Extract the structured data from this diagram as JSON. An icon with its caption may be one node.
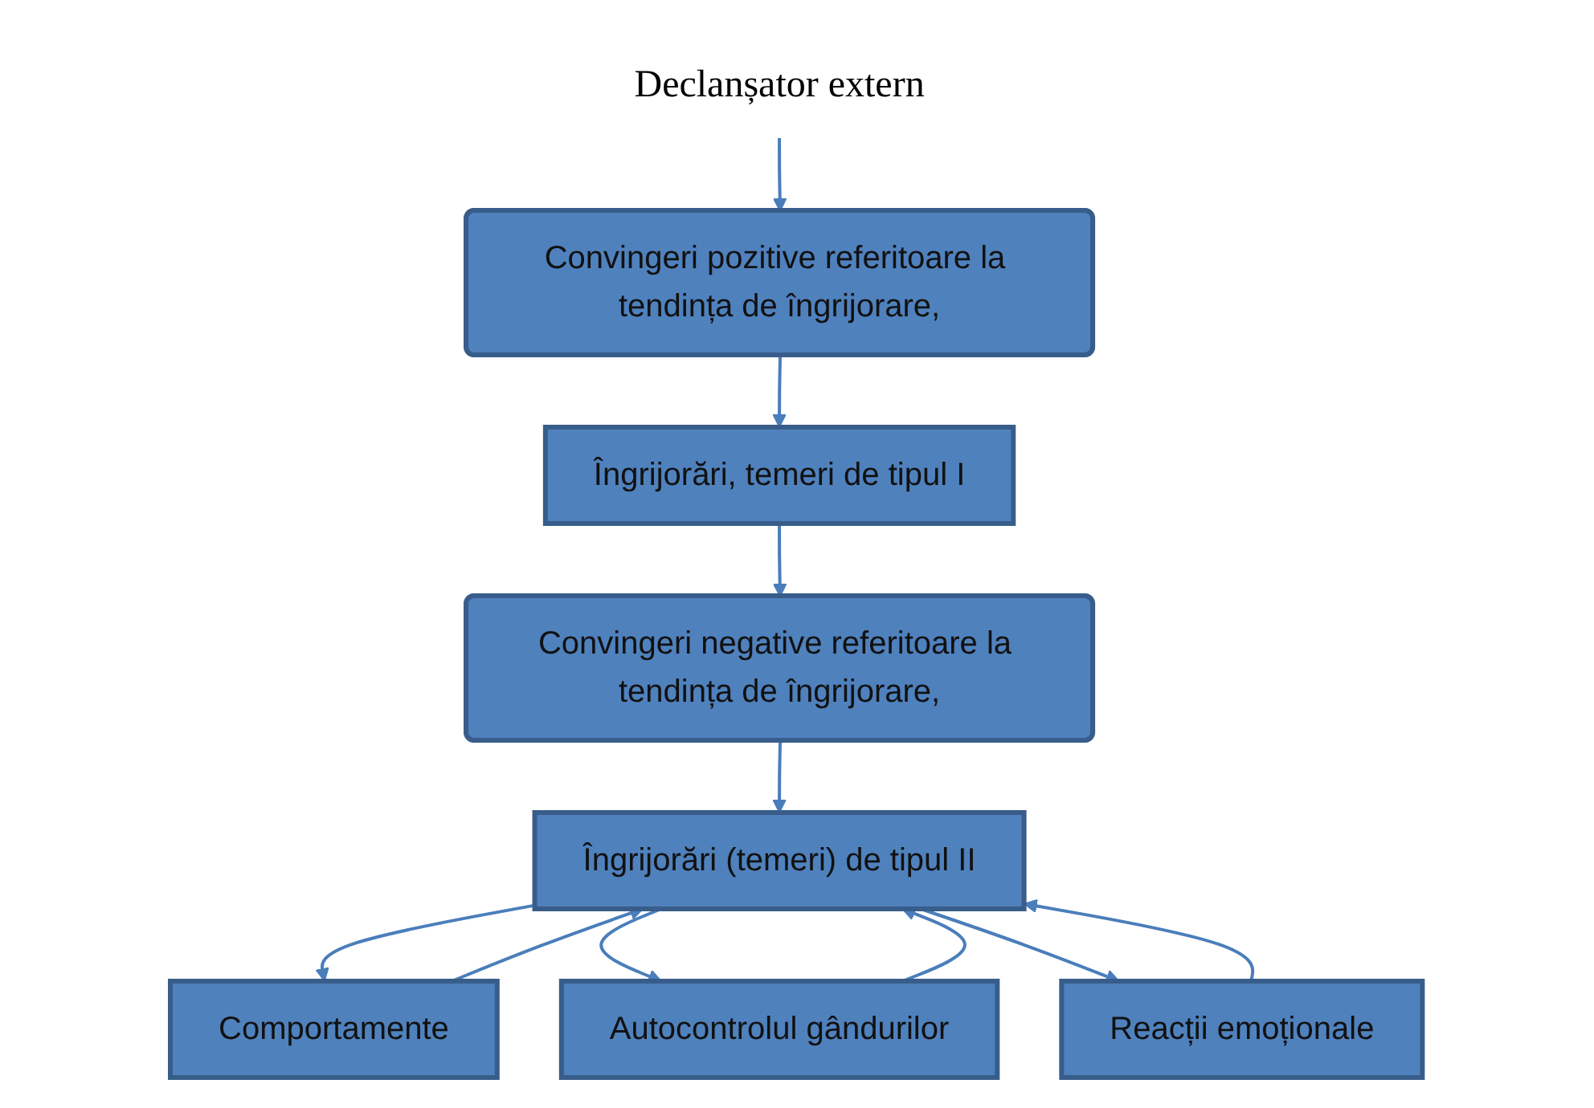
{
  "diagram": {
    "nodes": [
      {
        "text": [
          "Declanșator extern"
        ]
      },
      {
        "text": [
          "Convingeri pozitive referitoare la tendința de îngrijorare,"
        ]
      },
      {
        "text": [
          "Îngrijorări, temeri de tipul I"
        ]
      },
      {
        "text": [
          "Convingeri negative referitoare la tendința de îngrijorare,"
        ]
      },
      {
        "text": [
          "Îngrijorări (temeri) de tipul II"
        ]
      },
      {
        "text": [
          "Comportamente"
        ]
      },
      {
        "text": [
          "Autocontrolul gândurilor"
        ]
      },
      {
        "text": [
          "Reacții emoționale"
        ]
      }
    ],
    "edges": [
      {
        "from": 0,
        "to": 1,
        "arrow": "to"
      },
      {
        "from": 1,
        "to": 2,
        "arrow": "to"
      },
      {
        "from": 2,
        "to": 3,
        "arrow": "to"
      },
      {
        "from": 3,
        "to": 4,
        "arrow": "to"
      },
      {
        "from": 4,
        "to": 5,
        "arrow": "to"
      },
      {
        "from": 5,
        "to": 4,
        "arrow": "to"
      },
      {
        "from": 4,
        "to": 6,
        "arrow": "to"
      },
      {
        "from": 6,
        "to": 4,
        "arrow": "to"
      },
      {
        "from": 7,
        "to": 4,
        "arrow": "to"
      },
      {
        "from": 4,
        "to": 7,
        "arrow": "to"
      }
    ]
  }
}
